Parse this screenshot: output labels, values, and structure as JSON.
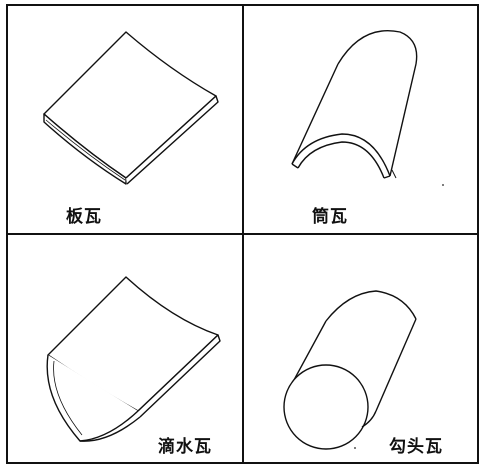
{
  "panels": [
    {
      "label": "板瓦",
      "icon": "flat-tile-icon"
    },
    {
      "label": "筒瓦",
      "icon": "semi-cylindrical-tile-icon"
    },
    {
      "label": "滴水瓦",
      "icon": "drip-tile-icon"
    },
    {
      "label": "勾头瓦",
      "icon": "eave-end-tile-icon"
    }
  ],
  "colors": {
    "ink": "#111111",
    "background": "#ffffff"
  }
}
